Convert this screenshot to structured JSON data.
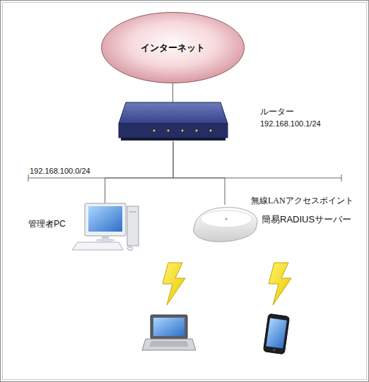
{
  "diagram": {
    "nodes": [
      {
        "text": [
          "インターネット"
        ]
      },
      {
        "text": [
          "ルーター",
          "192.168.100.1/24"
        ]
      },
      {
        "text": [
          "管理者PC"
        ]
      },
      {
        "text": [
          "無線LANアクセスポイント",
          "簡易RADIUSサーバー"
        ]
      }
    ],
    "edges": [
      {
        "from": 0,
        "to": 1,
        "arrow": "none"
      },
      {
        "from": 1,
        "to": 2,
        "arrow": "none"
      },
      {
        "from": 1,
        "to": 3,
        "arrow": "none"
      }
    ],
    "labels": [
      "192.168.100.0/24"
    ]
  }
}
